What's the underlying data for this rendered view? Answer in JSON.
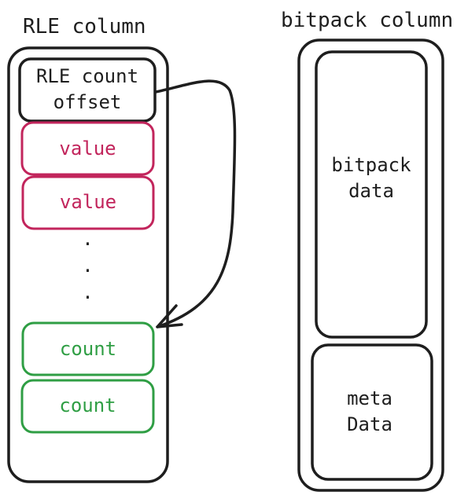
{
  "colors": {
    "stroke": "#1e1e1e",
    "value": "#c2255c",
    "count": "#2f9e44"
  },
  "rle_column": {
    "title": "RLE column",
    "header": "RLE count\noffset",
    "values": [
      "value",
      "value"
    ],
    "ellipsis": [
      ".",
      ".",
      "."
    ],
    "counts": [
      "count",
      "count"
    ]
  },
  "bitpack_column": {
    "title": "bitpack column",
    "data": "bitpack\ndata",
    "meta": "meta\nData"
  }
}
